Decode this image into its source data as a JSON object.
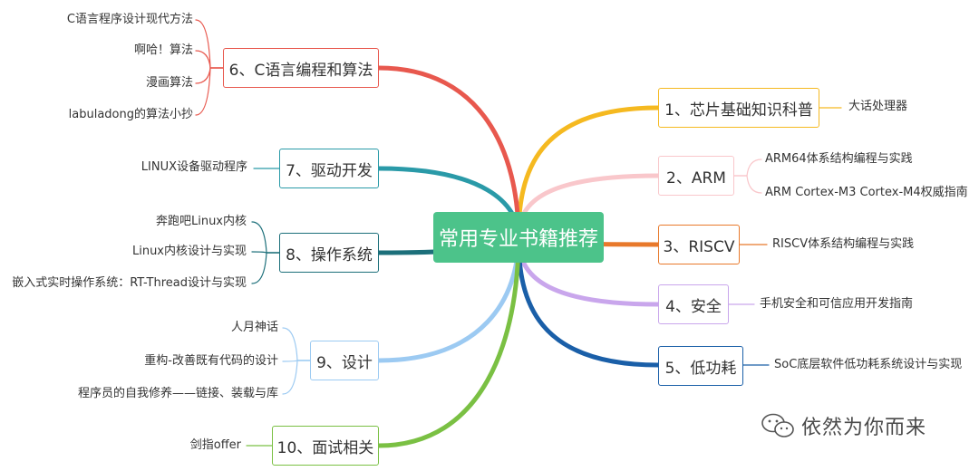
{
  "center": {
    "label": "常用专业书籍推荐",
    "color": "#4cc38a"
  },
  "branches": [
    {
      "id": "b1",
      "label": "1、芯片基础知识科普",
      "color": "#f5b920",
      "leaves": [
        "大话处理器"
      ]
    },
    {
      "id": "b2",
      "label": "2、ARM",
      "color": "#f9c7cb",
      "leaves": [
        "ARM64体系结构编程与实践",
        "ARM Cortex-M3 Cortex-M4权威指南"
      ]
    },
    {
      "id": "b3",
      "label": "3、RISCV",
      "color": "#e8792b",
      "leaves": [
        "RISCV体系结构编程与实践"
      ]
    },
    {
      "id": "b4",
      "label": "4、安全",
      "color": "#c9a6ec",
      "leaves": [
        "手机安全和可信应用开发指南"
      ]
    },
    {
      "id": "b5",
      "label": "5、低功耗",
      "color": "#1a5fa8",
      "leaves": [
        "SoC底层软件低功耗系统设计与实现"
      ]
    },
    {
      "id": "b6",
      "label": "6、C语言编程和算法",
      "color": "#e8584e",
      "leaves": [
        "C语言程序设计现代方法",
        "啊哈！算法",
        "漫画算法",
        "labuladong的算法小抄"
      ]
    },
    {
      "id": "b7",
      "label": "7、驱动开发",
      "color": "#2a9aa8",
      "leaves": [
        "LINUX设备驱动程序"
      ]
    },
    {
      "id": "b8",
      "label": "8、操作系统",
      "color": "#1c6f7a",
      "leaves": [
        "奔跑吧Linux内核",
        "Linux内核设计与实现",
        "嵌入式实时操作系统：RT-Thread设计与实现"
      ]
    },
    {
      "id": "b9",
      "label": "9、设计",
      "color": "#9ccaf2",
      "leaves": [
        "人月神话",
        "重构-改善既有代码的设计",
        "程序员的自我修养——链接、装载与库"
      ]
    },
    {
      "id": "b10",
      "label": "10、面试相关",
      "color": "#7ac043",
      "leaves": [
        "剑指offer"
      ]
    }
  ],
  "watermark": {
    "text": "依然为你而来",
    "icon": "wechat-icon"
  }
}
